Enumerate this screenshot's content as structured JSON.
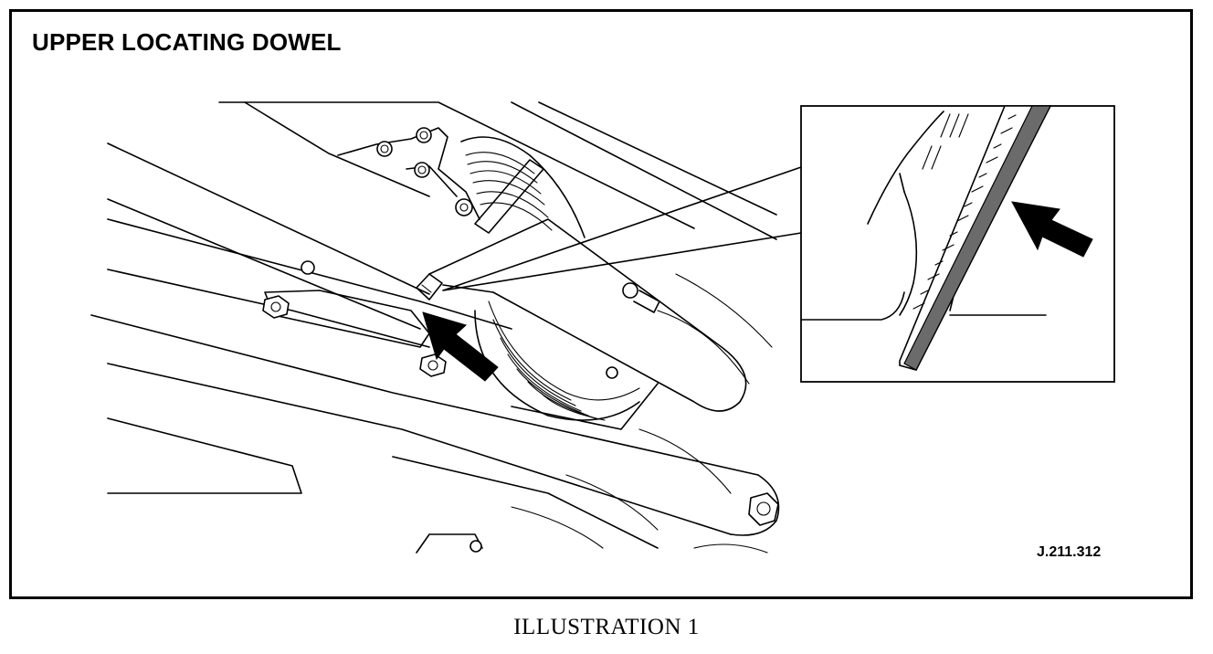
{
  "figure": {
    "title": "UPPER LOCATING DOWEL",
    "reference_code": "J.211.312",
    "caption": "ILLUSTRATION 1"
  },
  "icons": {
    "main_arrow": "arrow-icon",
    "inset_arrow": "arrow-icon"
  }
}
